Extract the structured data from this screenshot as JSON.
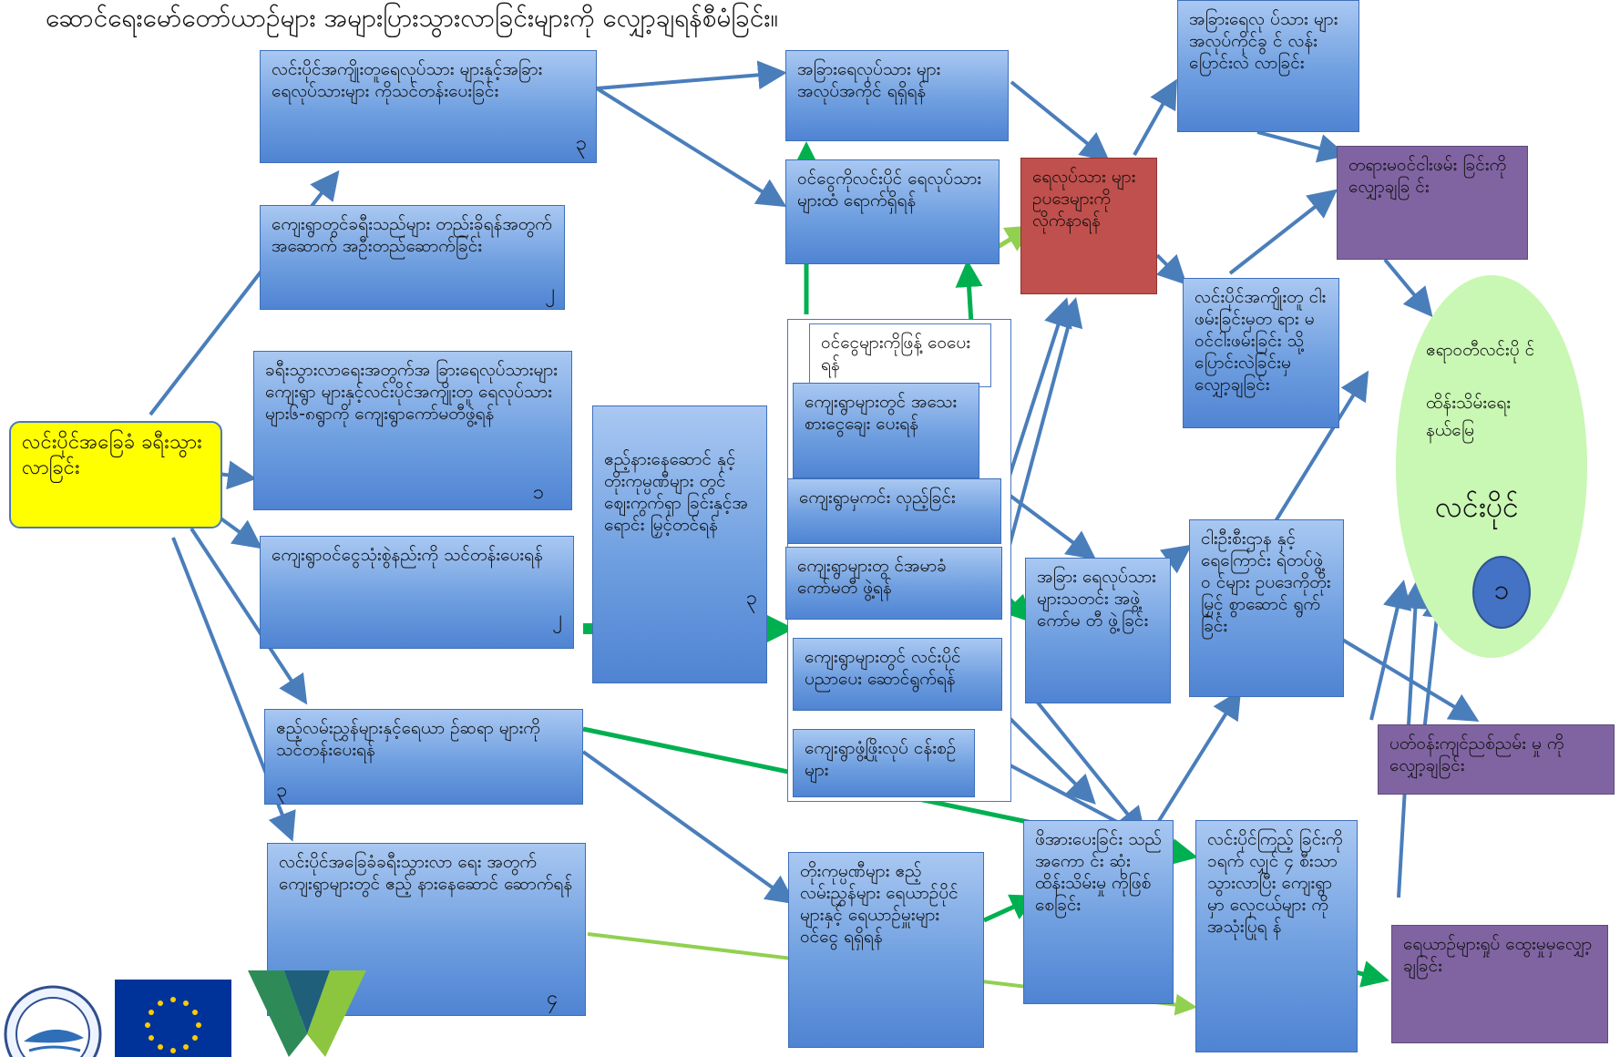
{
  "title": "ဆောင်ရေးမော်တော်ယာဉ်များ အများပြားသွားလာခြင်းများကို လျှော့ချရန်စီမံခြင်း။",
  "root": "လင်းပိုင်အခြေခံ ခရီးသွားလာခြင်း",
  "col1": [
    {
      "text": "လင်းပိုင်အကျိုးတူရေလုပ်သား များနှင့်အခြားရေလုပ်သားများ ကိုသင်တန်းပေးခြင်း",
      "num": "၃"
    },
    {
      "text": "ကျေးရွာတွင်ခရီးသည်များ တည်းခိုရန်အတွက် အဆောက် အဦးတည်ဆောက်ခြင်း",
      "num": "၂"
    },
    {
      "text": "ခရီးသွားလာရေးအတွက်အ ခြားရေလုပ်သားများကျေးရွာ များနှင့်လင်းပိုင်အကျိုးတူ ရေလုပ်သားများ၆-၈ရွာကို ကျေးရွာကော်မတီဖွဲ့ရန်",
      "num": "၁"
    },
    {
      "text": "ကျေးရွာဝင်ငွေသုံးစွဲနည်းကို သင်တန်းပေးရန်",
      "num": "၂"
    },
    {
      "text": "ဧည့်လမ်းညွှန်များနှင့်ရေယာ ဉ်ဆရာ များကိုသင်တန်းပေးရန်",
      "num": "၃"
    },
    {
      "text": "လင်းပိုင်အခြေခံခရီးသွားလာ ရေး အတွက်ကျေးရွာများတွင် ဧည့် နားနေဆောင် ဆောက်ရန်",
      "num": "၄"
    }
  ],
  "center_box": {
    "text": "ဧည့်နားနေဆောင် နှင့် တိုးကုမ္ပဏီများ တွင် စျေးကွက်ရှာ ခြင်းနှင့်အရောင်း မြှင့်တင်ရန်",
    "num": "၃"
  },
  "col3_top": [
    "အခြားရေလုပ်သား များအလုပ်အကိုင် ရရှိရန်",
    "ဝင်ငွေကိုလင်းပိုင် ရေလုပ်သားများထံ ရောက်ရှိရန်"
  ],
  "col3_stack": [
    "ဝင်ငွေများကိုဖြန့် ဝေပေးရန်",
    "ကျေးရွာများတွင် အသေးစားငွေချေး ပေးရန်",
    "ကျေးရွာမှကင်း လှည့်ခြင်း",
    "ကျေးရွာများတွ င်အမာခံကော်မတီ ဖွဲ့ရန်",
    "ကျေးရွာများတွင် လင်းပိုင် ပညာပေး ဆောင်ရွက်ရန်",
    "ကျေးရွာဖွံ့ဖြိုးလုပ် ငန်းစဉ်များ"
  ],
  "col3_bottom": "တိုးကုမ္ပဏီများ ဧည့်လမ်းညွှန်များ ရေယာဉ်ပိုင်များနှင့် ရေယာဉ်မှူးများ ဝင်ငွေ ရရှိရန်",
  "red_box": "ရေလုပ်သား များ ဥပဒေများကို လိုက်နာရန်",
  "col4": [
    "အခြား ရေလုပ်သား များသတင်း အဖွဲ့ကော်မ တီ ဖွဲ့ခြင်း",
    "ဖိအားပေးခြင်း သည်အကော င်း ဆုံးထိန်းသိမ်းမှု ကိုဖြစ်စေခြင်း"
  ],
  "col5": [
    "အခြားရေလု ပ်သား များအလုပ်ကိုင်ခွ င် လန်းပြောင်းလဲ လာခြင်း",
    "လင်းပိုင်အကျိုးတူ ငါးဖမ်းခြင်းမှတ ရား မဝင်ငါးဖမ်းခြင်း သို့ ပြောင်းလဲခြင်းမှ လျှော့ချခြင်း",
    "ငါးဦးစီးဌာန နှင့် ရေကြောင်း ရဲတပ်ဖွဲ့ဝ င်များ ဥပဒေကိုတိုး မြှင့် စွာဆောင် ရွက်ခြင်း",
    "လင်းပိုင်ကြည့် ခြင်းကို ၁ရက် လျှင် ၄ စီးသာ သွားလာပြီး ကျေးရွာမှာ လှေငယ်များ ကိုအသုံးပြုရ န်"
  ],
  "purple": [
    "တရားမဝင်ငါးဖမ်း ခြင်းကိုလျှော့ချခြ င်း",
    "ပတ်ဝန်းကျင်ညစ်ညမ်း မှု ကိုလျှော့ချခြင်း",
    "ရေယာဉ်များရှုပ် ထွေးမှုမှလျှော့ ချခြင်း"
  ],
  "goal": {
    "lines": [
      "ဧရာဝတီလင်းပို င်",
      "ထိန်းသိမ်းရေး",
      "နယ်မြေ"
    ],
    "big": "လင်းပိုင်",
    "circle": "၁"
  },
  "colors": {
    "box_blue": "#6f9fe0",
    "arrow_blue": "#4a7ebb",
    "arrow_green": "#00b050",
    "arrow_lightgreen": "#92d050",
    "red": "#c0504d",
    "purple": "#8064a2",
    "yellow": "#ffff00",
    "ellipse": "#c9f7b4"
  },
  "logos": [
    "dolphin-seal-icon",
    "eu-flag-icon",
    "w-logo-icon"
  ]
}
